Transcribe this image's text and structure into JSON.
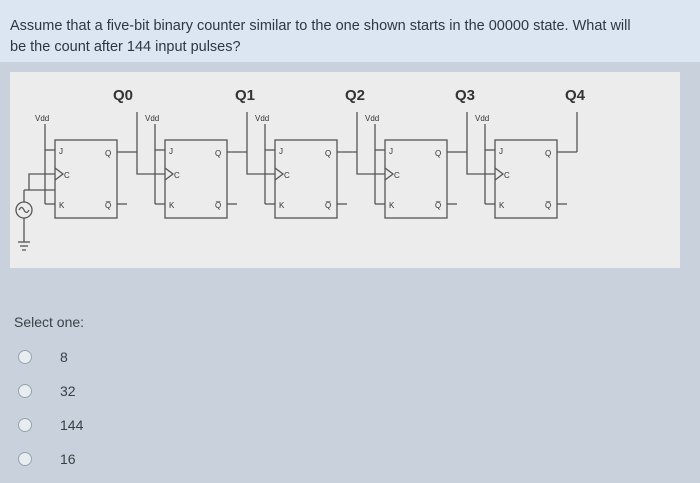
{
  "question": {
    "line1": "Assume that a five-bit binary counter similar to the one shown starts in the 00000 state. What will",
    "line2": "be the count after 144 input pulses?"
  },
  "diagram": {
    "outputs": [
      "Q0",
      "Q1",
      "Q2",
      "Q3",
      "Q4"
    ],
    "supply_label": "Vdd",
    "pin_j": "J",
    "pin_k": "K",
    "pin_c": "C",
    "pin_q": "Q",
    "pin_qbar": "Q̅"
  },
  "quiz": {
    "select_label": "Select one:",
    "options": [
      "8",
      "32",
      "144",
      "16"
    ]
  }
}
